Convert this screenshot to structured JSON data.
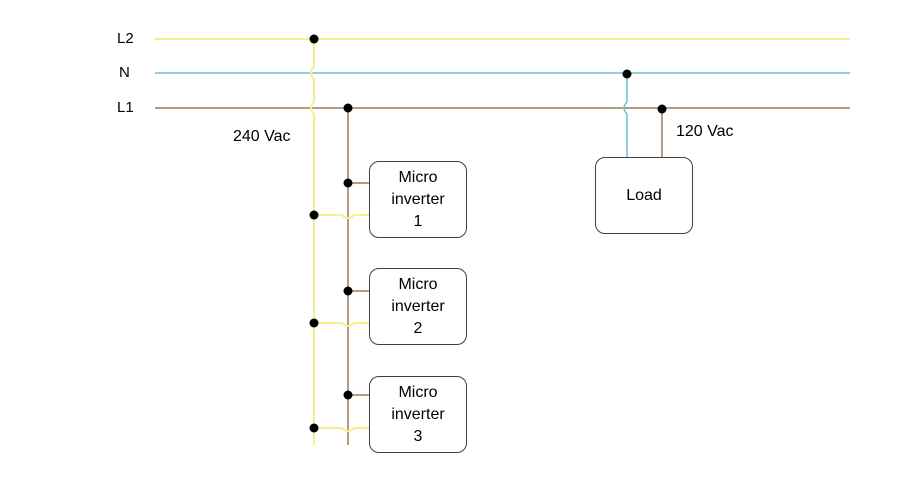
{
  "bus_labels": {
    "l2": "L2",
    "n": "N",
    "l1": "L1"
  },
  "voltage_labels": {
    "split_phase": "240 Vac",
    "single_phase": "120 Vac"
  },
  "load": {
    "label": "Load"
  },
  "inverters": [
    {
      "line1": "Micro",
      "line2": "inverter",
      "line3": "1"
    },
    {
      "line1": "Micro",
      "line2": "inverter",
      "line3": "2"
    },
    {
      "line1": "Micro",
      "line2": "inverter",
      "line3": "3"
    }
  ],
  "colors": {
    "l2": "#f5f08a",
    "n": "#6cc3c8",
    "l1": "#9a7b5a",
    "node": "#000000",
    "box_border": "#404040"
  }
}
